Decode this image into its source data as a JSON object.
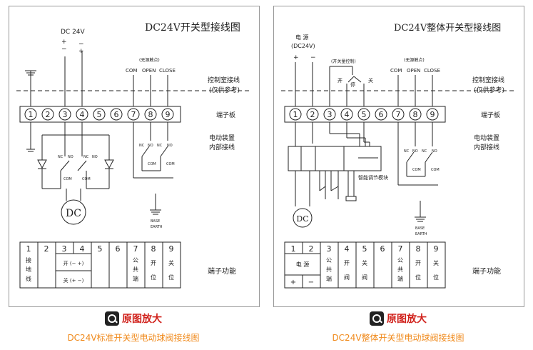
{
  "left": {
    "title": "DC24V开关型接线图",
    "supply": "DC 24V",
    "polarity": [
      "+",
      "−",
      "−",
      "+"
    ],
    "dry_note": "(无源触点)",
    "signals": [
      "COM",
      "OPEN",
      "CLOSE"
    ],
    "control_room": "控制室接线",
    "ref_only": "(仅供参考)",
    "terminal_board": "端子板",
    "internal_1": "电动装置",
    "internal_2": "内部接线",
    "terminals": [
      "1",
      "2",
      "3",
      "4",
      "5",
      "6",
      "7",
      "8",
      "9"
    ],
    "contact_nc": "NC",
    "contact_no": "NO",
    "contact_com": "COM",
    "motor": "DC",
    "earth_1": "BASE",
    "earth_2": "EARTH",
    "func_title": "端子功能",
    "func": {
      "t1": [
        "接",
        "地",
        "线"
      ],
      "open": "开 (− +)",
      "close": "关 (+ −)",
      "t7": [
        "公",
        "共",
        "端"
      ],
      "t8": [
        "开",
        "位"
      ],
      "t9": [
        "关",
        "位"
      ]
    }
  },
  "right": {
    "title": "DC24V整体开关型接线图",
    "supply_1": "电 源",
    "supply_2": "(DC24V)",
    "polarity": [
      "+",
      "−"
    ],
    "switch_note": "(开关量控制)",
    "sw_open": "开",
    "sw_stop": "停",
    "sw_close": "关",
    "dry_note": "(无源触点)",
    "signals": [
      "COM",
      "OPEN",
      "CLOSE"
    ],
    "control_room": "控制室接线",
    "ref_only": "(仅供参考)",
    "terminal_board": "端子板",
    "internal_1": "电动装置",
    "internal_2": "内部接线",
    "terminals": [
      "1",
      "2",
      "3",
      "4",
      "5",
      "6",
      "7",
      "8",
      "9"
    ],
    "module": "智能调节模块",
    "contact_nc": "NC",
    "contact_no": "NO",
    "contact_com": "COM",
    "motor": "DC",
    "earth_1": "BASE",
    "earth_2": "EARTH",
    "func_title": "端子功能",
    "func": {
      "power": "电 源",
      "plus": "+",
      "minus": "−",
      "t3": [
        "公",
        "共",
        "端"
      ],
      "t4": [
        "开",
        "阀"
      ],
      "t5": [
        "关",
        "阀"
      ],
      "t7": [
        "公",
        "共",
        "端"
      ],
      "t8": [
        "开",
        "位"
      ],
      "t9": [
        "关",
        "位"
      ]
    }
  },
  "captions": {
    "zoom": "原图放大",
    "left": "DC24V标准开关型电动球阀接线图",
    "right": "DC24V整体开关型电动球阀接线图"
  }
}
